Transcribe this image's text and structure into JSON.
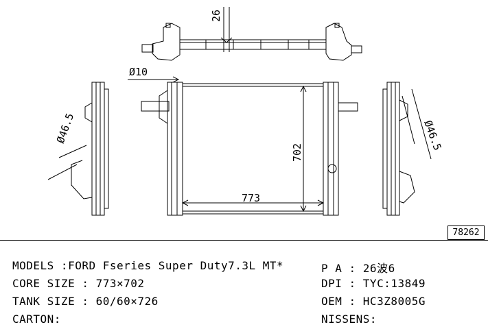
{
  "drawing": {
    "dim_top": "26",
    "dim_pipe": "Ø10",
    "dim_height": "702",
    "dim_width": "773",
    "dim_left_dia": "Ø46.5",
    "dim_right_dia": "Ø46.5",
    "code": "78262"
  },
  "specs": {
    "models": "MODELS :FORD Fseries Super Duty7.3L MT*",
    "core_size": "CORE SIZE : 773×702",
    "tank_size": "TANK SIZE : 60/60×726",
    "carton": "CARTON:",
    "pa": "P A : 26波6",
    "dpi": "DPI : TYC:13849",
    "oem": "OEM : HC3Z8005G",
    "nissens": "NISSENS:"
  }
}
